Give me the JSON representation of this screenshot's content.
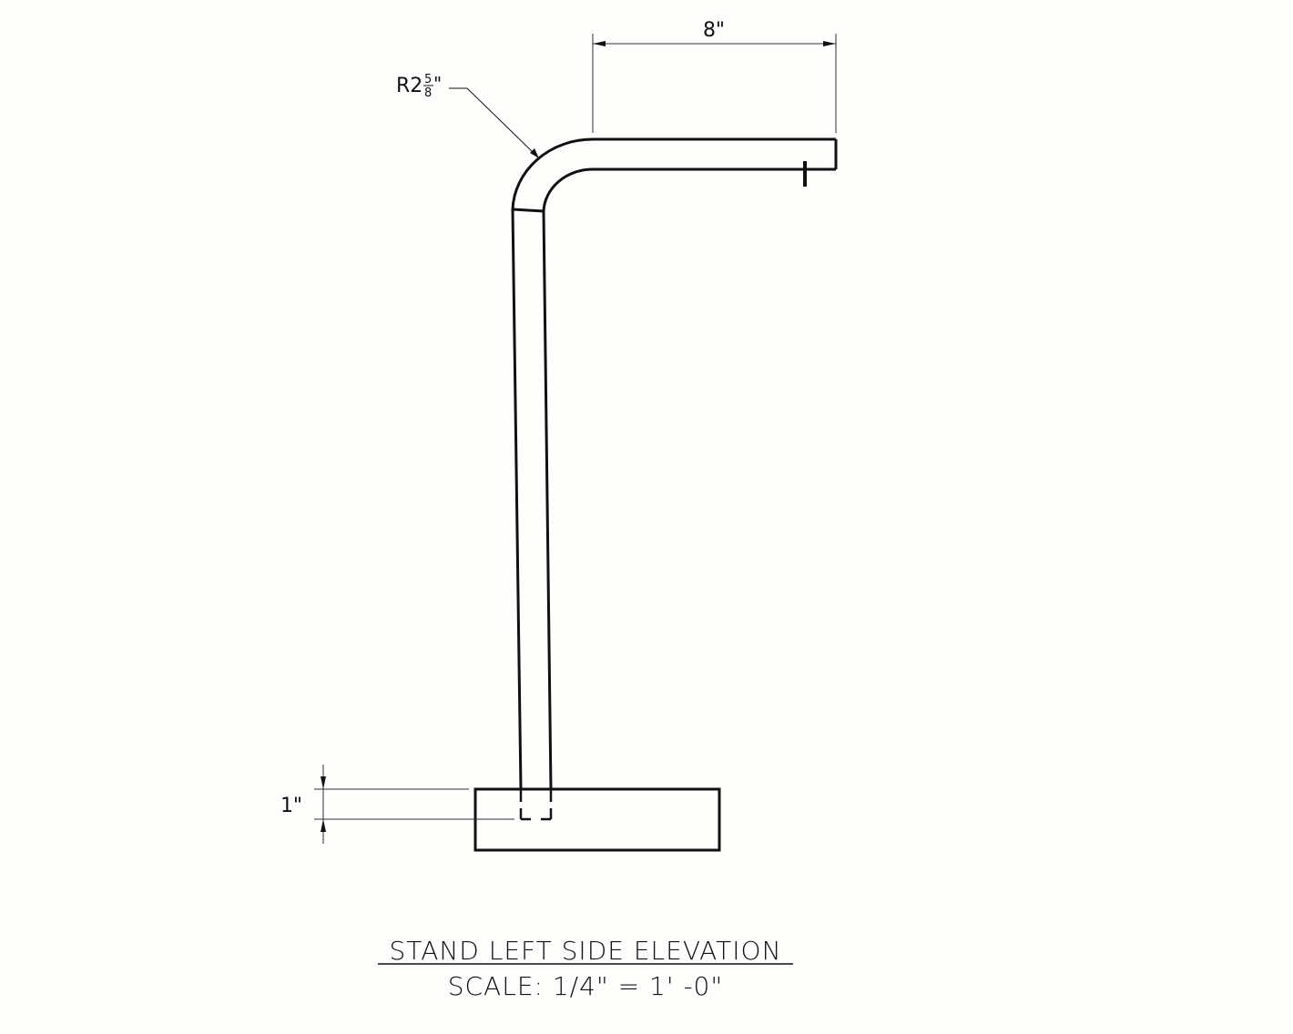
{
  "drawing": {
    "title": "STAND LEFT SIDE ELEVATION",
    "scale": "SCALE: 1/4\" = 1' -0\"",
    "dimensions": {
      "top_length": "8\"",
      "bend_radius_prefix": "R2",
      "bend_radius_num": "5",
      "bend_radius_den": "8",
      "bend_radius_suffix": "\"",
      "base_insert_depth": "1\""
    },
    "colors": {
      "background": "#fefefd",
      "line": "#111111",
      "dim_line": "#333333"
    }
  }
}
